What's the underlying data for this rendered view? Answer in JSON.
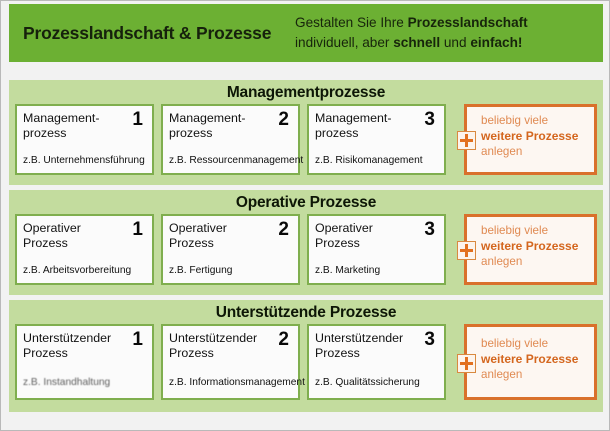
{
  "header": {
    "title": "Prozesslandschaft & Prozesse",
    "subtitle_line1_pre": "Gestalten Sie Ihre ",
    "subtitle_line1_bold": "Prozesslandschaft",
    "subtitle_line2_pre": "individuell, aber ",
    "subtitle_line2_bold1": "schnell",
    "subtitle_line2_mid": " und ",
    "subtitle_line2_bold2": "einfach!"
  },
  "colors": {
    "banner_green": "#6CB033",
    "panel_green": "#C3DC9E",
    "card_border_green": "#7FAE4E",
    "accent_orange": "#D9712C",
    "add_text_orange": "#E08A52",
    "page_background": "#F2F2F2"
  },
  "add_box": {
    "line1": "beliebig viele",
    "line2": "weitere Prozesse",
    "line3": "anlegen",
    "plus_icon": "plus-icon"
  },
  "sections": [
    {
      "id": "management",
      "title": "Managementprozesse",
      "cards": [
        {
          "name_line1": "Management-",
          "name_line2": "prozess",
          "example": "z.B. Unternehmensführung",
          "number": "1",
          "blurred": false
        },
        {
          "name_line1": "Management-",
          "name_line2": "prozess",
          "example": "z.B. Ressourcenmanagement",
          "number": "2",
          "blurred": false
        },
        {
          "name_line1": "Management-",
          "name_line2": "prozess",
          "example": "z.B. Risikomanagement",
          "number": "3",
          "blurred": false
        }
      ]
    },
    {
      "id": "operative",
      "title": "Operative Prozesse",
      "cards": [
        {
          "name_line1": "Operativer",
          "name_line2": "Prozess",
          "example": "z.B. Arbeitsvorbereitung",
          "number": "1",
          "blurred": false
        },
        {
          "name_line1": "Operativer",
          "name_line2": "Prozess",
          "example": "z.B. Fertigung",
          "number": "2",
          "blurred": false
        },
        {
          "name_line1": "Operativer",
          "name_line2": "Prozess",
          "example": "z.B. Marketing",
          "number": "3",
          "blurred": false
        }
      ]
    },
    {
      "id": "unterstuetzende",
      "title": "Unterstützende Prozesse",
      "cards": [
        {
          "name_line1": "Unterstützender",
          "name_line2": "Prozess",
          "example": "z.B. Instandhaltung",
          "number": "1",
          "blurred": true
        },
        {
          "name_line1": "Unterstützender",
          "name_line2": "Prozess",
          "example": "z.B. Informationsmanagement",
          "number": "2",
          "blurred": false
        },
        {
          "name_line1": "Unterstützender",
          "name_line2": "Prozess",
          "example": "z.B. Qualitätssicherung",
          "number": "3",
          "blurred": false
        }
      ]
    }
  ]
}
